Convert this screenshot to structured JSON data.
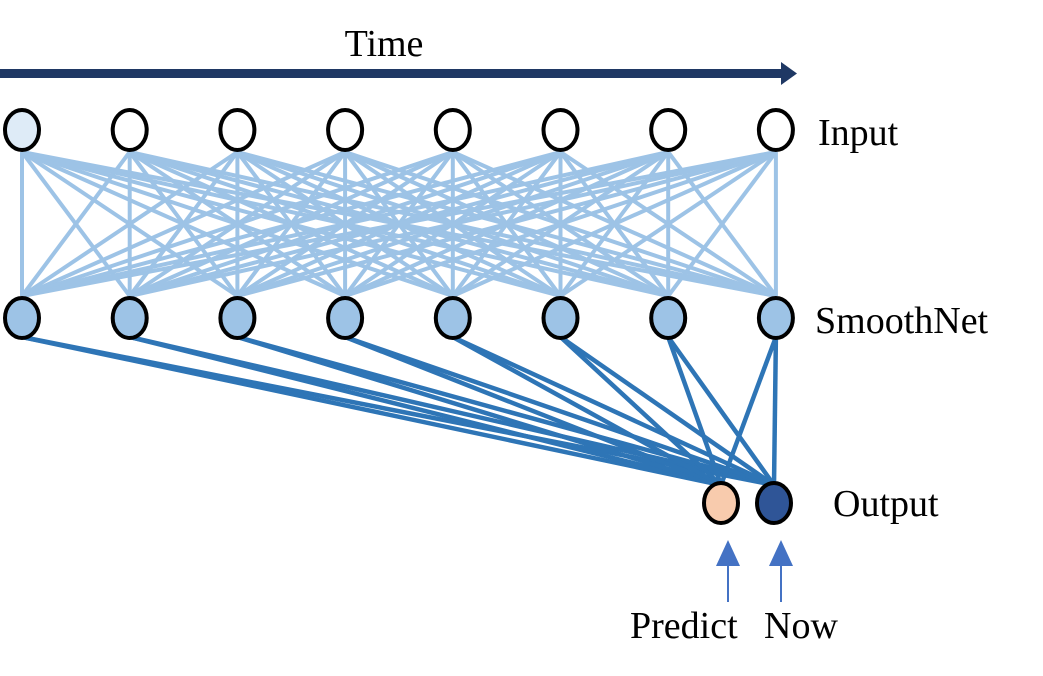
{
  "title": "Time",
  "layers": {
    "input": {
      "label": "Input",
      "node_count": 8,
      "first_node_fill": "#deebf7",
      "node_fill": "#ffffff"
    },
    "smoothnet": {
      "label": "SmoothNet",
      "node_count": 8,
      "node_fill": "#9dc3e6"
    },
    "output": {
      "label": "Output",
      "nodes": [
        {
          "role": "predict",
          "fill": "#f8cbad"
        },
        {
          "role": "now",
          "fill": "#2f5597"
        }
      ]
    }
  },
  "edge_colors": {
    "input_to_smoothnet": "#9dc3e6",
    "smoothnet_to_output": "#2e75b6",
    "time_arrow": "#1f3864",
    "output_arrows": "#4472c4"
  },
  "output_labels": {
    "predict": "Predict",
    "now": "Now"
  }
}
